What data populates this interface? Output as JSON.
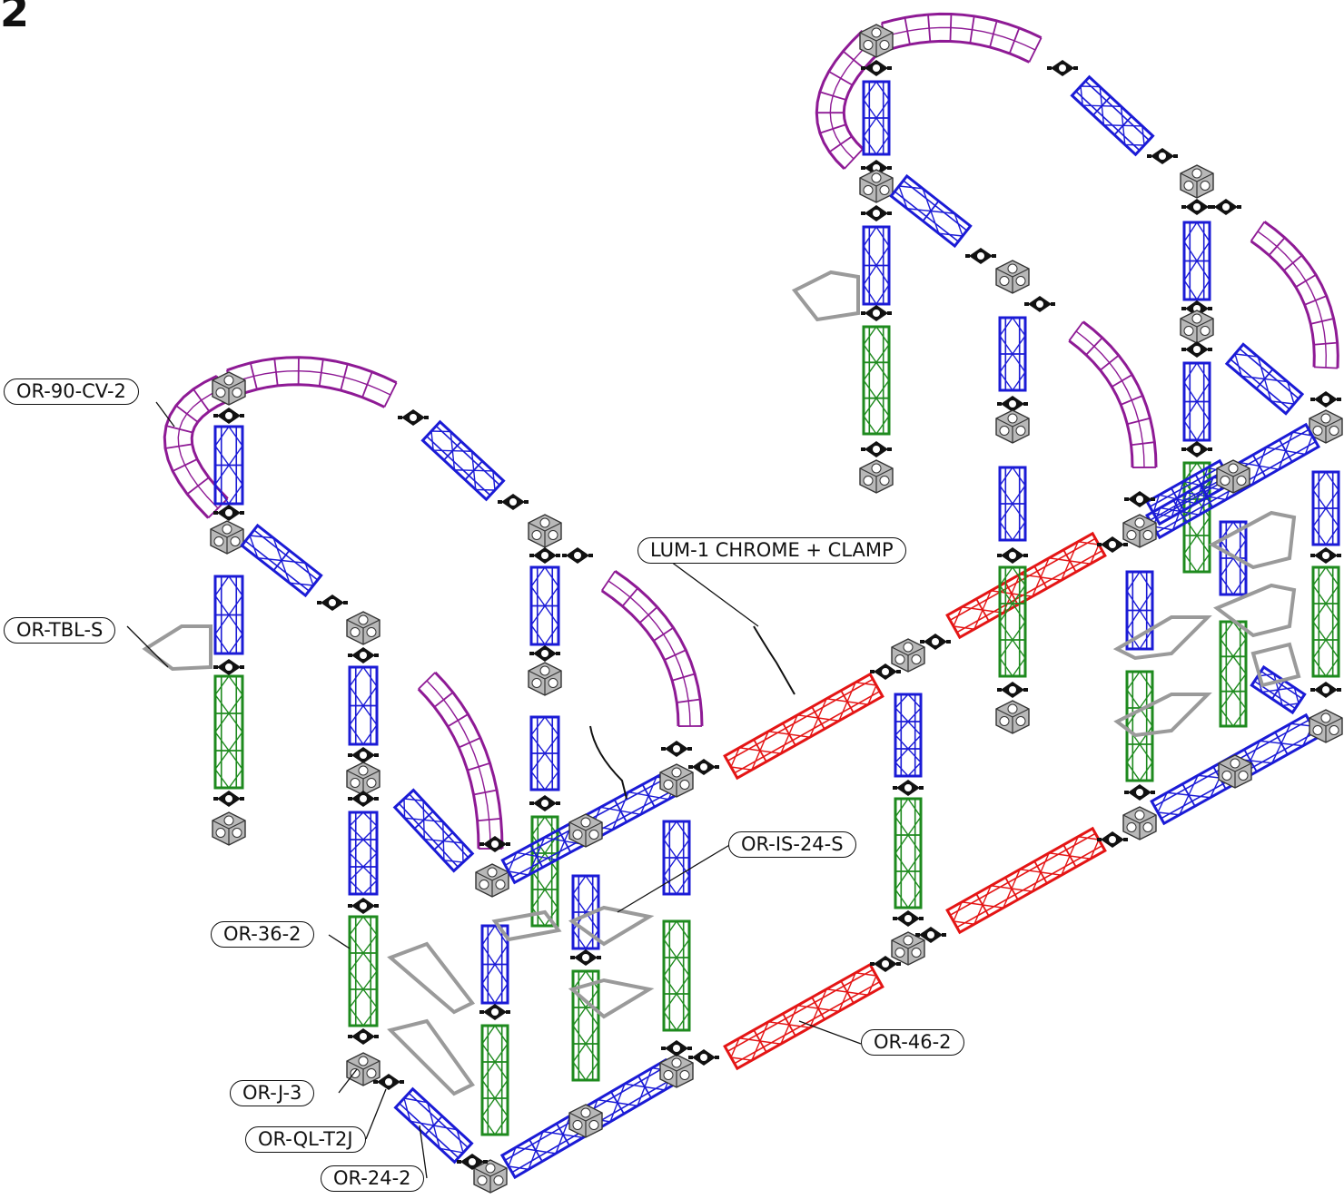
{
  "page_number": "2",
  "callouts": {
    "or_90_cv_2": "OR-90-CV-2",
    "or_tbl_s": "OR-TBL-S",
    "lum_1": "LUM-1 CHROME + CLAMP",
    "or_is_24_s": "OR-IS-24-S",
    "or_36_2": "OR-36-2",
    "or_46_2": "OR-46-2",
    "or_j_3": "OR-J-3",
    "or_ql_t2j": "OR-QL-T2J",
    "or_24_2": "OR-24-2"
  },
  "colors": {
    "blue_24": "#1b1bd6",
    "green_36": "#1e8a1e",
    "red_46": "#e41515",
    "purple_curve": "#8e1a95",
    "joint_cube": "#b8b8b8",
    "connector": "#111111",
    "shelf": "#9a9a9a"
  }
}
